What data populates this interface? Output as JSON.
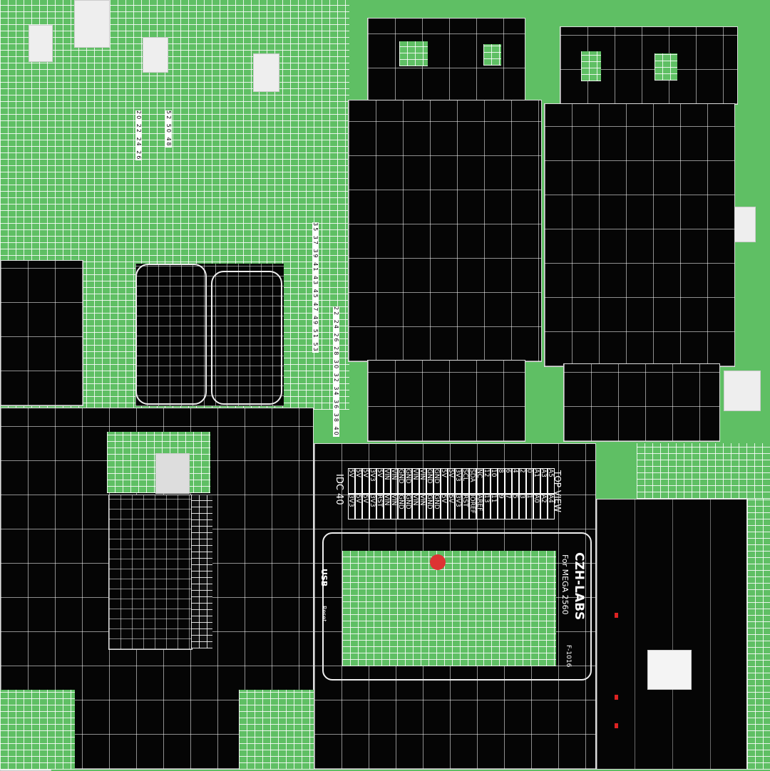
{
  "colors": {
    "pcb_green": "#5fbf64",
    "mask_black": "#050505",
    "wire_white": "#ffffff",
    "accent_red": "#dd2222"
  },
  "header_block": {
    "title": "TOP VIEW",
    "connector": "IDC 40",
    "top_row": [
      "5V",
      "5V",
      "5V",
      "3V3",
      "5V",
      "VIN",
      "VIN",
      "GND",
      "GND",
      "VIN",
      "VIN",
      "GND",
      "GND",
      "5V",
      "5V",
      "3V3",
      "SCL",
      "SDA",
      "NC",
      "12",
      "10",
      "8",
      "6",
      "4",
      "2",
      "0",
      "A1",
      "A3",
      "A5"
    ],
    "bottom_row": [
      "3V3",
      "5V",
      "5V",
      "3V3",
      "RST",
      "VIN",
      "VIN",
      "GND",
      "GND",
      "VIN",
      "VIN",
      "GND",
      "GND",
      "5V",
      "5V",
      "3V3",
      "RST",
      "IOREF",
      "AREF",
      "13",
      "11",
      "9",
      "7",
      "5",
      "3",
      "1",
      "A0",
      "A2",
      "A4"
    ]
  },
  "board": {
    "brand": "CZH-LABS",
    "model": "For MEGA 2560",
    "part": "F-1016",
    "usb": "USB",
    "reset": "Reset"
  },
  "pin_numbers": {
    "col_a": "35 37 39 41 43 45 47 49 51 53",
    "col_b": "22 24 26 28 30 32 34 36 38 40",
    "col_c": "20 22 24 26",
    "col_d": "52 50 48"
  }
}
